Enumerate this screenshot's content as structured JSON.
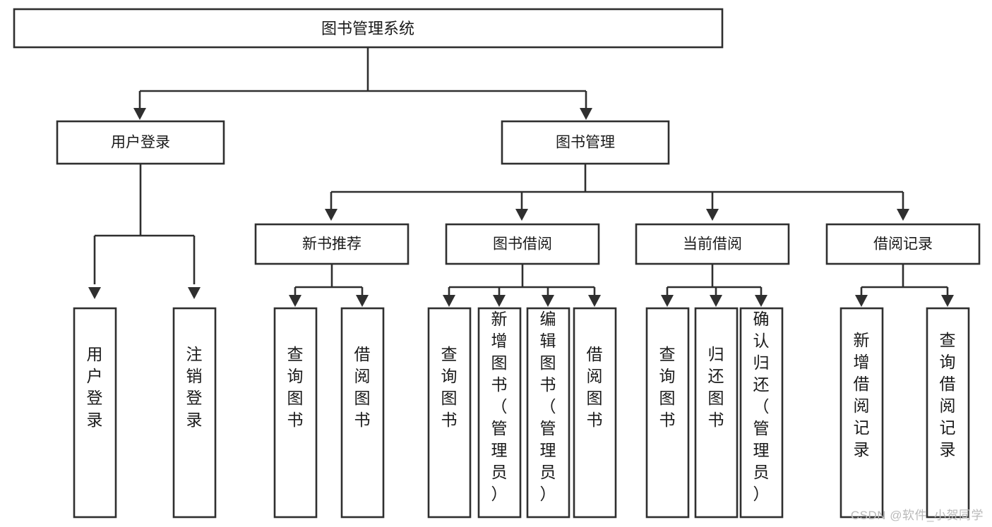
{
  "diagram": {
    "type": "tree",
    "title": "图书管理系统",
    "root": {
      "id": "root",
      "label": "图书管理系统"
    },
    "level2": [
      {
        "id": "user-login",
        "label": "用户登录"
      },
      {
        "id": "book-manage",
        "label": "图书管理"
      }
    ],
    "level3": [
      {
        "id": "new-book-recommend",
        "label": "新书推荐"
      },
      {
        "id": "book-borrow",
        "label": "图书借阅"
      },
      {
        "id": "current-borrow",
        "label": "当前借阅"
      },
      {
        "id": "borrow-record",
        "label": "借阅记录"
      }
    ],
    "leaves": {
      "user-login": [
        {
          "id": "leaf-user-login",
          "label": "用户登录"
        },
        {
          "id": "leaf-logout-login",
          "label": "注销登录"
        }
      ],
      "new-book-recommend": [
        {
          "id": "leaf-query-book-1",
          "label": "查询图书"
        },
        {
          "id": "leaf-borrow-book-1",
          "label": "借阅图书"
        }
      ],
      "book-borrow": [
        {
          "id": "leaf-query-book-2",
          "label": "查询图书"
        },
        {
          "id": "leaf-add-book",
          "label": "新增图书（管理员）"
        },
        {
          "id": "leaf-edit-book",
          "label": "编辑图书（管理员）"
        },
        {
          "id": "leaf-borrow-book-2",
          "label": "借阅图书"
        }
      ],
      "current-borrow": [
        {
          "id": "leaf-query-book-3",
          "label": "查询图书"
        },
        {
          "id": "leaf-return-book",
          "label": "归还图书"
        },
        {
          "id": "leaf-confirm-return",
          "label": "确认归还（管理员）"
        }
      ],
      "borrow-record": [
        {
          "id": "leaf-add-record",
          "label": "新增借阅记录"
        },
        {
          "id": "leaf-query-record",
          "label": "查询借阅记录"
        }
      ]
    }
  },
  "watermark": {
    "text": "CSDN @软件_小贺同学"
  },
  "colors": {
    "stroke": "#2f2f2f",
    "box_fill": "#ffffff",
    "text": "#1a1a1a",
    "watermark": "#b9b9b9",
    "background": "#ffffff"
  }
}
